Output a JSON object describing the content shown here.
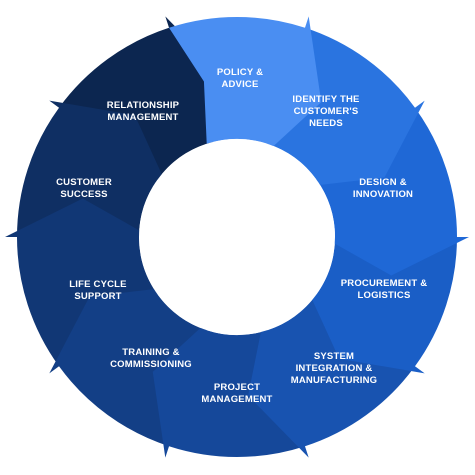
{
  "diagram": {
    "segments": [
      {
        "id": "policy",
        "lines": [
          "POLICY &",
          "ADVICE"
        ],
        "color": "#4a8ef2"
      },
      {
        "id": "identify",
        "lines": [
          "IDENTIFY THE",
          "CUSTOMER'S",
          "NEEDS"
        ],
        "color": "#2a74e0"
      },
      {
        "id": "design",
        "lines": [
          "DESIGN &",
          "INNOVATION"
        ],
        "color": "#1f68d6"
      },
      {
        "id": "procurement",
        "lines": [
          "PROCUREMENT &",
          "LOGISTICS"
        ],
        "color": "#1a5ec6"
      },
      {
        "id": "system",
        "lines": [
          "SYSTEM",
          "INTEGRATION &",
          "MANUFACTURING"
        ],
        "color": "#1853b0"
      },
      {
        "id": "project",
        "lines": [
          "PROJECT",
          "MANAGEMENT"
        ],
        "color": "#15489a"
      },
      {
        "id": "training",
        "lines": [
          "TRAINING &",
          "COMMISSIONING"
        ],
        "color": "#133f86"
      },
      {
        "id": "lifecycle",
        "lines": [
          "LIFE CYCLE",
          "SUPPORT"
        ],
        "color": "#113775"
      },
      {
        "id": "customer",
        "lines": [
          "CUSTOMER",
          "SUCCESS"
        ],
        "color": "#0f2f63"
      },
      {
        "id": "relationship",
        "lines": [
          "RELATIONSHIP",
          "MANAGEMENT"
        ],
        "color": "#0c2650"
      }
    ]
  }
}
